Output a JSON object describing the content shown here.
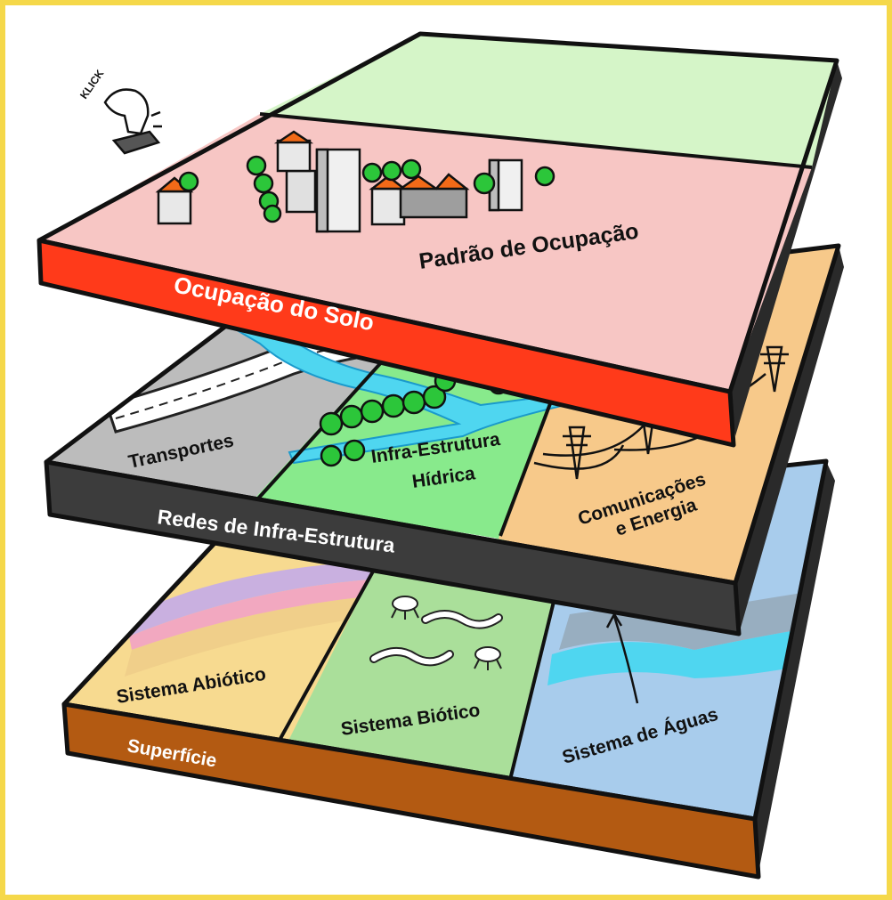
{
  "top_layer": {
    "band_label": "Ocupação do Solo",
    "surface_label": "Padrão de Ocupação",
    "click_text": "KLICK"
  },
  "middle_layer": {
    "band_label": "Redes de Infra-Estrutura",
    "zones": {
      "transport": "Transportes",
      "water_line1": "Infra-Estrutura",
      "water_line2": "Hídrica",
      "energy_line1": "Comunicações",
      "energy_line2": "e Energia"
    }
  },
  "bottom_layer": {
    "band_label": "Superfície",
    "zones": {
      "abiotic": "Sistema Abiótico",
      "biotic": "Sistema Biótico",
      "waters": "Sistema de Águas"
    }
  },
  "colors": {
    "background": "#f5d84a",
    "top_band": "#ff3a1a",
    "top_surface": "#f7c6c4",
    "top_far": "#d5f5c8",
    "middle_band": "#3c3c3c",
    "transport": "#bcbcbc",
    "hydric": "#88ea8c",
    "energy": "#f7c98a",
    "bottom_band": "#b35a12",
    "abiotic": "#f7da90",
    "biotic": "#aadf9a",
    "waters": "#a8ccec",
    "trees": "#2cc63a",
    "roofs": "#f26a18"
  }
}
